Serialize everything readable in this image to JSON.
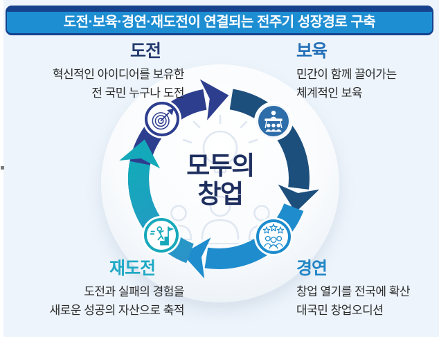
{
  "header": {
    "title": "도전·보육·경연·재도전이 연결되는 전주기 성장경로 구축"
  },
  "center": {
    "line1": "모두의",
    "line2": "창업"
  },
  "stages": [
    {
      "label": "도전",
      "desc": [
        "혁신적인 아이디어를 보유한",
        "전 국민 누구나 도전"
      ],
      "color": "#2e3e8f",
      "title_color": "#243b6e",
      "icon": "dart-target-icon",
      "position": "top-left"
    },
    {
      "label": "보육",
      "desc": [
        "민간이 함께 끌어가는",
        "체계적인 보육"
      ],
      "color": "#1d4f7d",
      "title_color": "#2470b8",
      "icon": "lecture-mentoring-icon",
      "position": "top-right"
    },
    {
      "label": "경연",
      "desc": [
        "창업 열기를 전국에 확산",
        "대국민 창업오디션"
      ],
      "color": "#1e8ccd",
      "title_color": "#2286c6",
      "icon": "team-stars-icon",
      "position": "bottom-right"
    },
    {
      "label": "재도전",
      "desc": [
        "도전과 실패의 경험을",
        "새로운 성공의 자산으로 축적"
      ],
      "color": "#17a9bb",
      "title_color": "#1ea9c4",
      "icon": "stairs-climb-flag-icon",
      "position": "bottom-left"
    }
  ],
  "colors": {
    "background": "#edf4fb",
    "header_bg": "#1e8ed3",
    "header_border": "#15418d",
    "header_text": "#ffffff",
    "arrow_challenge": "#2e3e8f",
    "arrow_nurture": "#1d4f7d",
    "arrow_competition": "#1e8ccd",
    "arrow_rechallenge_start": "#2b93c9",
    "arrow_rechallenge_end": "#14a9ba",
    "nurture_badge_bg": "#2d6da9",
    "center_text": "#1e2f5f",
    "body_text": "#2b2b2b",
    "watermark": "#dfe7f1"
  }
}
